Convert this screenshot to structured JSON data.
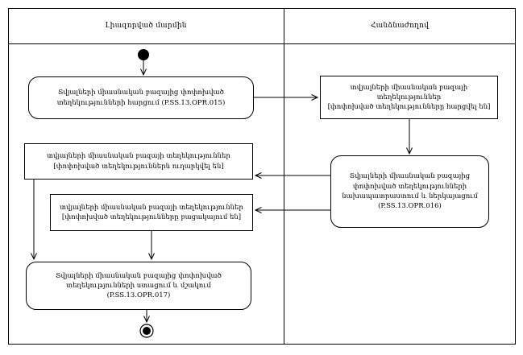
{
  "diagram": {
    "kind": "uml-activity-swimlane",
    "colors": {
      "line": "#000000",
      "background": "#ffffff",
      "text": "#000000"
    },
    "lanes": [
      {
        "label": "Լիազորված մարմին"
      },
      {
        "label": "Հանձնաժողով"
      }
    ],
    "actions": [
      {
        "id": "opr015",
        "lane": "Լիազորված մարմին",
        "label": "Տվյալների միասնական բազայից փոփոխված տեղեկությունների հարցում (P.SS.13.OPR.015)"
      },
      {
        "id": "opr016",
        "lane": "Հանձնաժողով",
        "label": "Տվյալների միասնական բազայից փոփոխված տեղեկությունների նախապատրաստում և ներկայացում (P.SS.13.OPR.016)"
      },
      {
        "id": "opr017",
        "lane": "Լիազորված մարմին",
        "label": "Տվյալների միասնական բազայից փոփոխված տեղեկությունների ստացում և մշակում (P.SS.13.OPR.017)"
      }
    ],
    "objects": [
      {
        "id": "obj-requested",
        "lane": "Հանձնաժողով",
        "title": "տվյալների միասնական բազայի տեղեկություններ",
        "state": "[փոփոխված տեղեկությունները հարցվել են]"
      },
      {
        "id": "obj-sent",
        "lane": "Լիազորված մարմին",
        "title": "տվյալների միասնական բազայի տեղեկություններ",
        "state": "[փոփոխված տեղեկություններն ուղարկվել են]"
      },
      {
        "id": "obj-missing",
        "lane": "Լիազորված մարմին",
        "title": "տվյալների միասնական բազայի տեղեկություններ",
        "state": "[փոփոխված տեղեկությունները բացակայում են]"
      }
    ]
  }
}
